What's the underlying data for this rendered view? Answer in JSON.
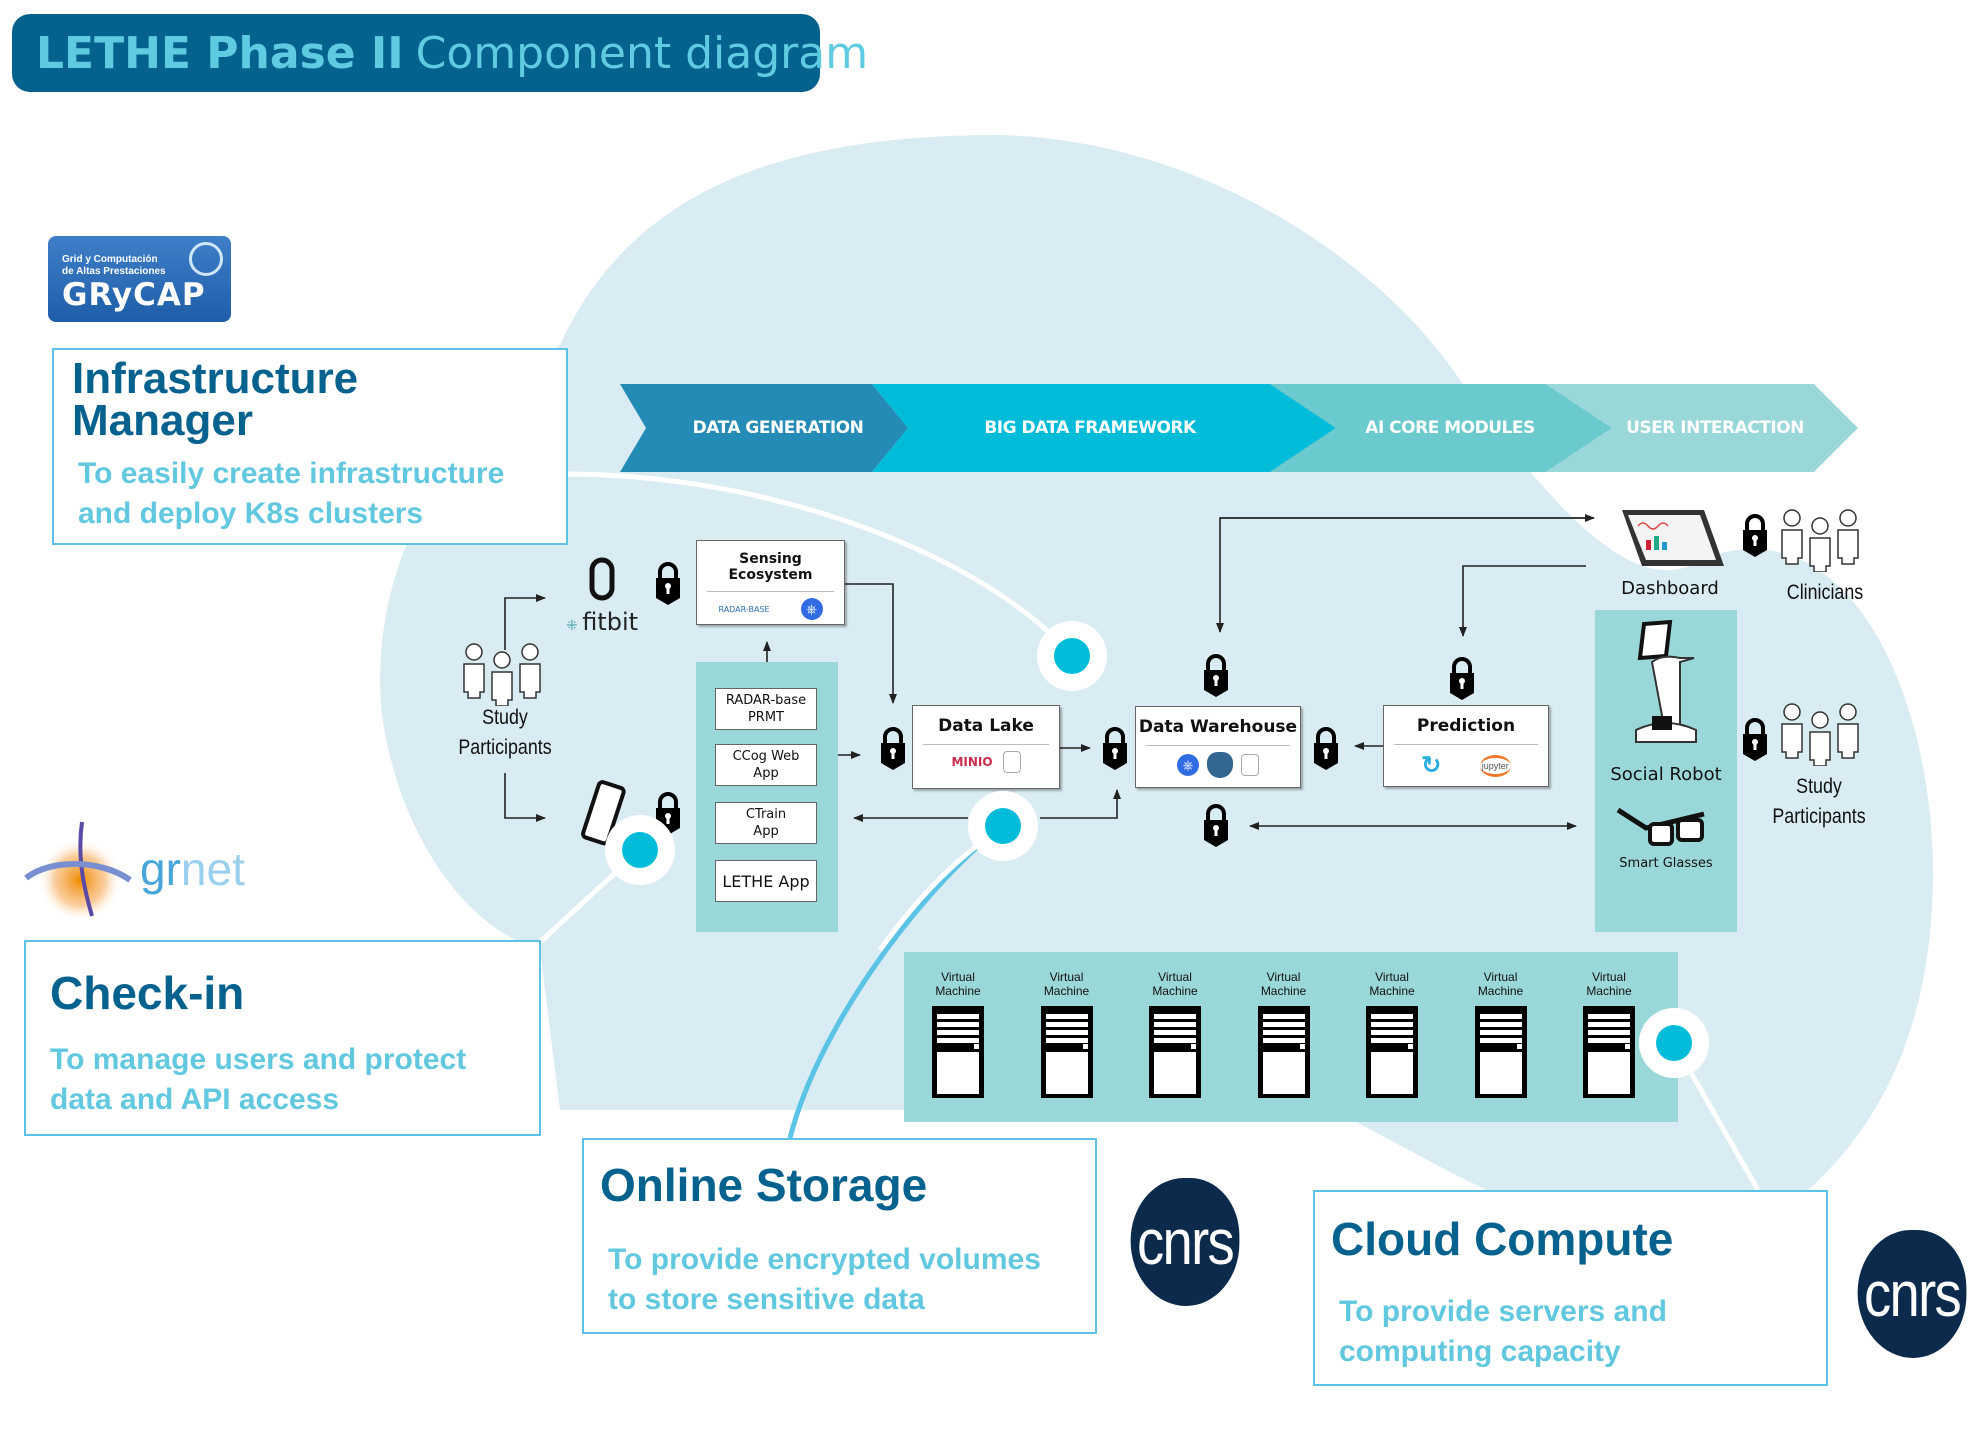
{
  "title": {
    "bold": "LETHE Phase II",
    "regular": "Component diagram"
  },
  "logos": {
    "grycap": {
      "line1": "Grid y Computación",
      "line2": "de Altas Prestaciones",
      "name": "GRyCAP"
    },
    "grnet": {
      "name_a": "gr",
      "name_b": "net"
    },
    "cnrs": "cnrs"
  },
  "callouts": {
    "infrastructure_manager": {
      "heading_line1": "Infrastructure",
      "heading_line2": "Manager",
      "text_line1": "To easily create infrastructure",
      "text_line2": "and deploy K8s clusters"
    },
    "check_in": {
      "heading": "Check-in",
      "text_line1": "To manage users and protect",
      "text_line2": "data and API access"
    },
    "online_storage": {
      "heading": "Online Storage",
      "text_line1": "To provide encrypted volumes",
      "text_line2": "to store sensitive data"
    },
    "cloud_compute": {
      "heading": "Cloud Compute",
      "text_line1": "To provide servers and",
      "text_line2": "computing capacity"
    }
  },
  "stages": [
    {
      "label": "DATA GENERATION",
      "color": "#238bb5"
    },
    {
      "label": "BIG DATA FRAMEWORK",
      "color": "#00bcd8"
    },
    {
      "label": "AI CORE MODULES",
      "color": "#6bcacd"
    },
    {
      "label": "USER INTERACTION",
      "color": "#99d7d9"
    }
  ],
  "actors": {
    "study_participants_left": {
      "line1": "Study",
      "line2": "Participants"
    },
    "clinicians": "Clinicians",
    "study_participants_right": {
      "line1": "Study",
      "line2": "Participants"
    }
  },
  "devices": {
    "fitbit": "fitbit",
    "dashboard": "Dashboard",
    "social_robot": "Social Robot",
    "smart_glasses": "Smart Glasses"
  },
  "components": {
    "sensing_ecosystem": {
      "title": "Sensing Ecosystem",
      "logo": "RADAR-BASE"
    },
    "apps": [
      {
        "line1": "RADAR-base",
        "line2": "PRMT"
      },
      {
        "line1": "CCog Web",
        "line2": "App"
      },
      {
        "line1": "CTrain",
        "line2": "App"
      },
      {
        "line1": "LETHE App",
        "line2": ""
      }
    ],
    "data_lake": {
      "title": "Data Lake",
      "logo": "MINIO"
    },
    "data_warehouse": {
      "title": "Data Warehouse"
    },
    "prediction": {
      "title": "Prediction",
      "logo": "jupyter"
    }
  },
  "virtual_machines": [
    {
      "line1": "Virtual",
      "line2": "Machine"
    },
    {
      "line1": "Virtual",
      "line2": "Machine"
    },
    {
      "line1": "Virtual",
      "line2": "Machine"
    },
    {
      "line1": "Virtual",
      "line2": "Machine"
    },
    {
      "line1": "Virtual",
      "line2": "Machine"
    },
    {
      "line1": "Virtual",
      "line2": "Machine"
    },
    {
      "line1": "Virtual",
      "line2": "Machine"
    }
  ],
  "colors": {
    "navy": "#05618e",
    "light_cyan_text": "#62c8e0",
    "blob": "#daecf3",
    "teal_panel": "#9ad7d9",
    "marker": "#00bcd8",
    "cnrs": "#0b2a4c"
  }
}
